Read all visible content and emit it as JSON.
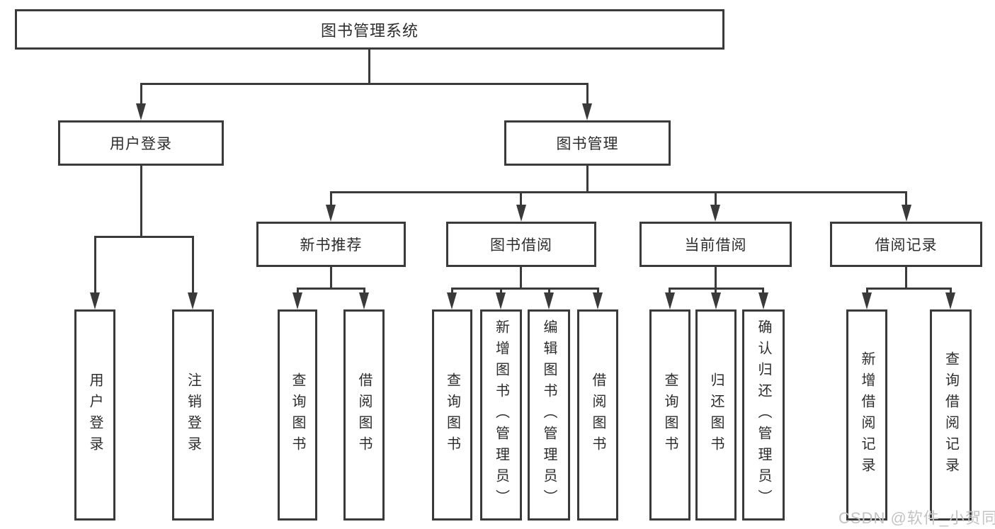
{
  "tree": {
    "root": {
      "label": "图书管理系统"
    },
    "branches": [
      {
        "label": "用户登录",
        "children": [
          "用户登录",
          "注销登录"
        ]
      },
      {
        "label": "图书管理",
        "sections": [
          {
            "label": "新书推荐",
            "children": [
              "查询图书",
              "借阅图书"
            ]
          },
          {
            "label": "图书借阅",
            "children": [
              "查询图书",
              "新增图书（管理员）",
              "编辑图书（管理员）",
              "借阅图书"
            ]
          },
          {
            "label": "当前借阅",
            "children": [
              "查询图书",
              "归还图书",
              "确认归还（管理员）"
            ]
          },
          {
            "label": "借阅记录",
            "children": [
              "新增借阅记录",
              "查询借阅记录"
            ]
          }
        ]
      }
    ]
  },
  "colors": {
    "stroke": "#3a3a3a",
    "text": "#2d2d2d",
    "watermark_gray": "#c3c3c3"
  },
  "watermark": "CSDN @软件_小贺同学"
}
